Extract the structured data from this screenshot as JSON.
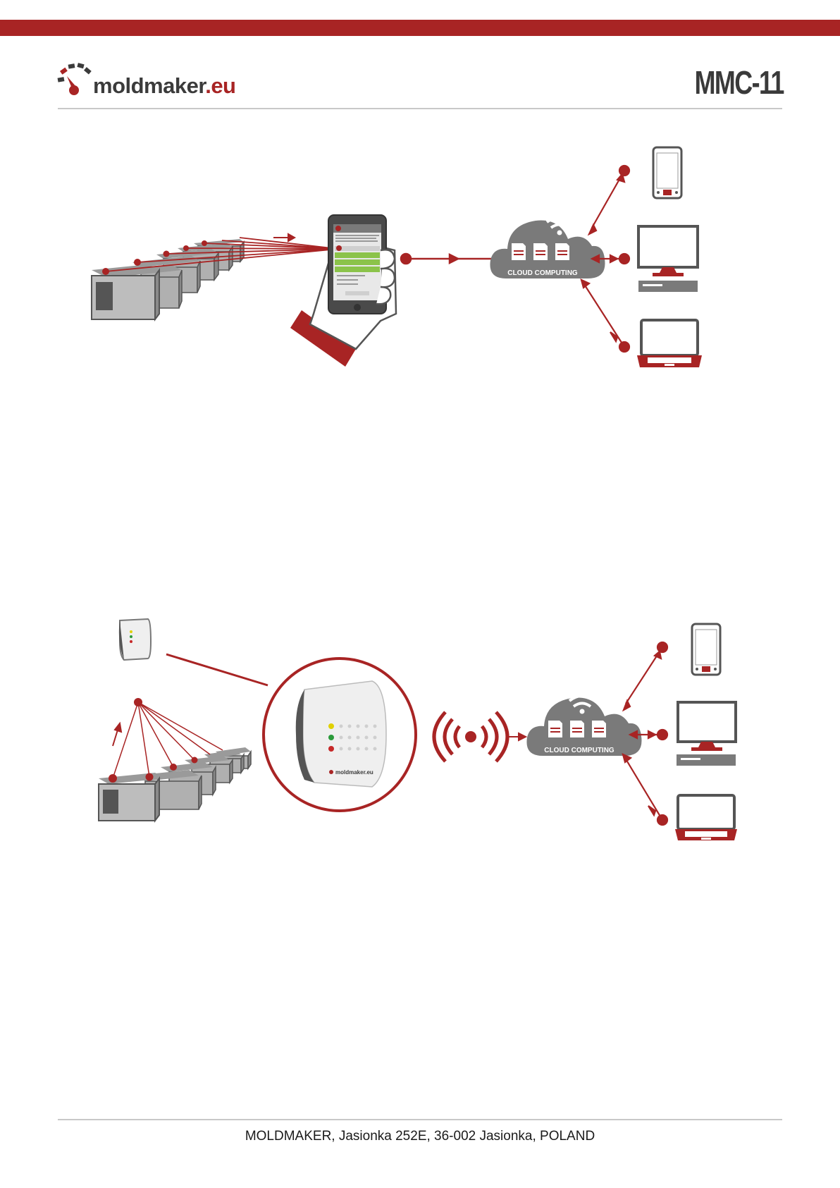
{
  "header": {
    "logo_text_main": "moldmaker",
    "logo_text_accent": ".eu",
    "model": "MMC-11"
  },
  "diagram_top": {
    "cloud_label": "CLOUD COMPUTING"
  },
  "diagram_bottom": {
    "cloud_label": "CLOUD COMPUTING",
    "device_logo": "moldmaker.eu"
  },
  "footer": {
    "address": "MOLDMAKER, Jasionka 252E, 36-002 Jasionka, POLAND"
  },
  "colors": {
    "brand_red": "#a82424",
    "gray_dark": "#4a4a4a",
    "gray_mid": "#7a7a7a",
    "gray_light": "#bdbdbd"
  }
}
